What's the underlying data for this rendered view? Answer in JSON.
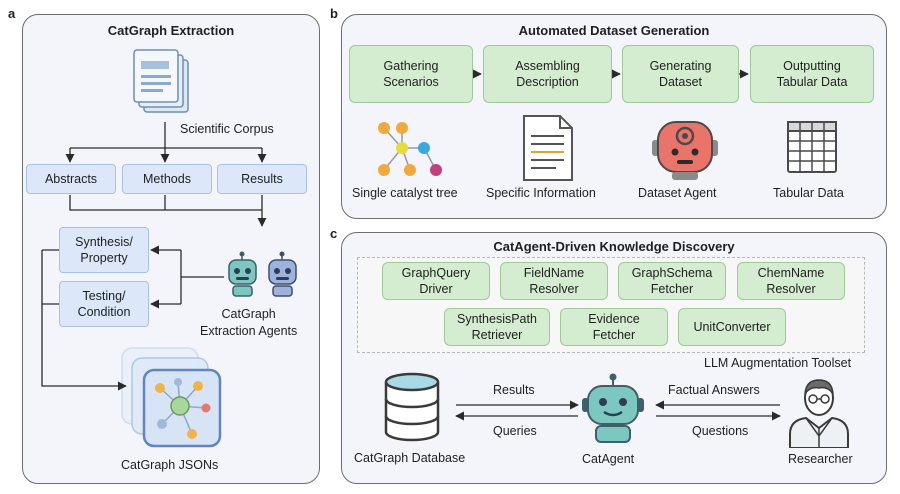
{
  "panel_a": {
    "letter": "a",
    "title": "CatGraph Extraction",
    "corpus_label": "Scientific Corpus",
    "sections": [
      "Abstracts",
      "Methods",
      "Results"
    ],
    "tasks": [
      "Synthesis/\nProperty",
      "Testing/\nCondition"
    ],
    "agents_label": "CatGraph\nExtraction Agents",
    "jsons_label": "CatGraph JSONs"
  },
  "panel_b": {
    "letter": "b",
    "title": "Automated Dataset Generation",
    "steps": [
      "Gathering\nScenarios",
      "Assembling\nDescription",
      "Generating\nDataset",
      "Outputting\nTabular Data"
    ],
    "items": [
      "Single catalyst tree",
      "Specific Information",
      "Dataset Agent",
      "Tabular Data"
    ]
  },
  "panel_c": {
    "letter": "c",
    "title": "CatAgent-Driven Knowledge Discovery",
    "tools_row1": [
      "GraphQuery\nDriver",
      "FieldName\nResolver",
      "GraphSchema\nFetcher",
      "ChemName\nResolver"
    ],
    "tools_row2": [
      "SynthesisPath\nRetriever",
      "Evidence\nFetcher",
      "UnitConverter"
    ],
    "toolset_label": "LLM Augmentation Toolset",
    "database_label": "CatGraph Database",
    "agent_label": "CatAgent",
    "researcher_label": "Researcher",
    "results_label": "Results",
    "queries_label": "Queries",
    "answers_label": "Factual Answers",
    "questions_label": "Questions"
  },
  "colors": {
    "panel_bg": "#f3f5fb",
    "blue_box": "#dce8f9",
    "green_box": "#d4ecd0",
    "robot_red": "#e8736b",
    "robot_teal": "#6dbcb6"
  }
}
